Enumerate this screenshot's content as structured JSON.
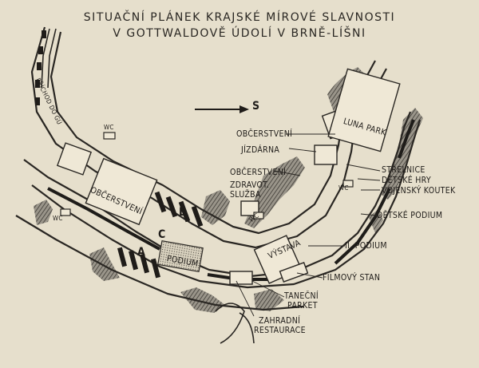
{
  "title_line1": "SITUAČNÍ PLÁNEK KRAJSKÉ MÍROVÉ SLAVNOSTI",
  "title_line2": "V GOTTWALDOVĚ ÚDOLÍ V BRNĚ-LÍŠNI",
  "compass_label": "S",
  "labels": {
    "prichod": "PŘÍCHOD DO GÚ",
    "wc_top": "WC",
    "wc_left": "WC",
    "wc_mid": "WC",
    "wc_right": "WC",
    "obcerstveni_left": "OBČERSTVENÍ",
    "obcerstveni_top": "OBČERSTVENÍ",
    "obcerstveni_mid": "OBČERSTVENÍ",
    "jizdarna": "JÍZDÁRNA",
    "luna_park": "LUNA PARK",
    "zdravot_1": "ZDRAVOT.",
    "zdravot_2": "SLUŽBA",
    "strelnice": "STŘELNICE",
    "detske_hry": "DĚTSKÉ HRY",
    "vojensky_koutek": "VOJENSKÝ KOUTEK",
    "detske_podium": "DĚTSKÉ PODIUM",
    "vystava": "VÝSTAVA",
    "ii_podium": "II. PODIUM",
    "filmovy_stan": "FILMOVÝ STAN",
    "tanecni_1": "TANEČNÍ",
    "tanecni_2": "PARKET",
    "zahradni_1": "ZAHRADNÍ",
    "zahradni_2": "RESTAURACE",
    "podium": "PODIUM",
    "zone_a": "A",
    "zone_b": "B",
    "zone_c": "C"
  }
}
